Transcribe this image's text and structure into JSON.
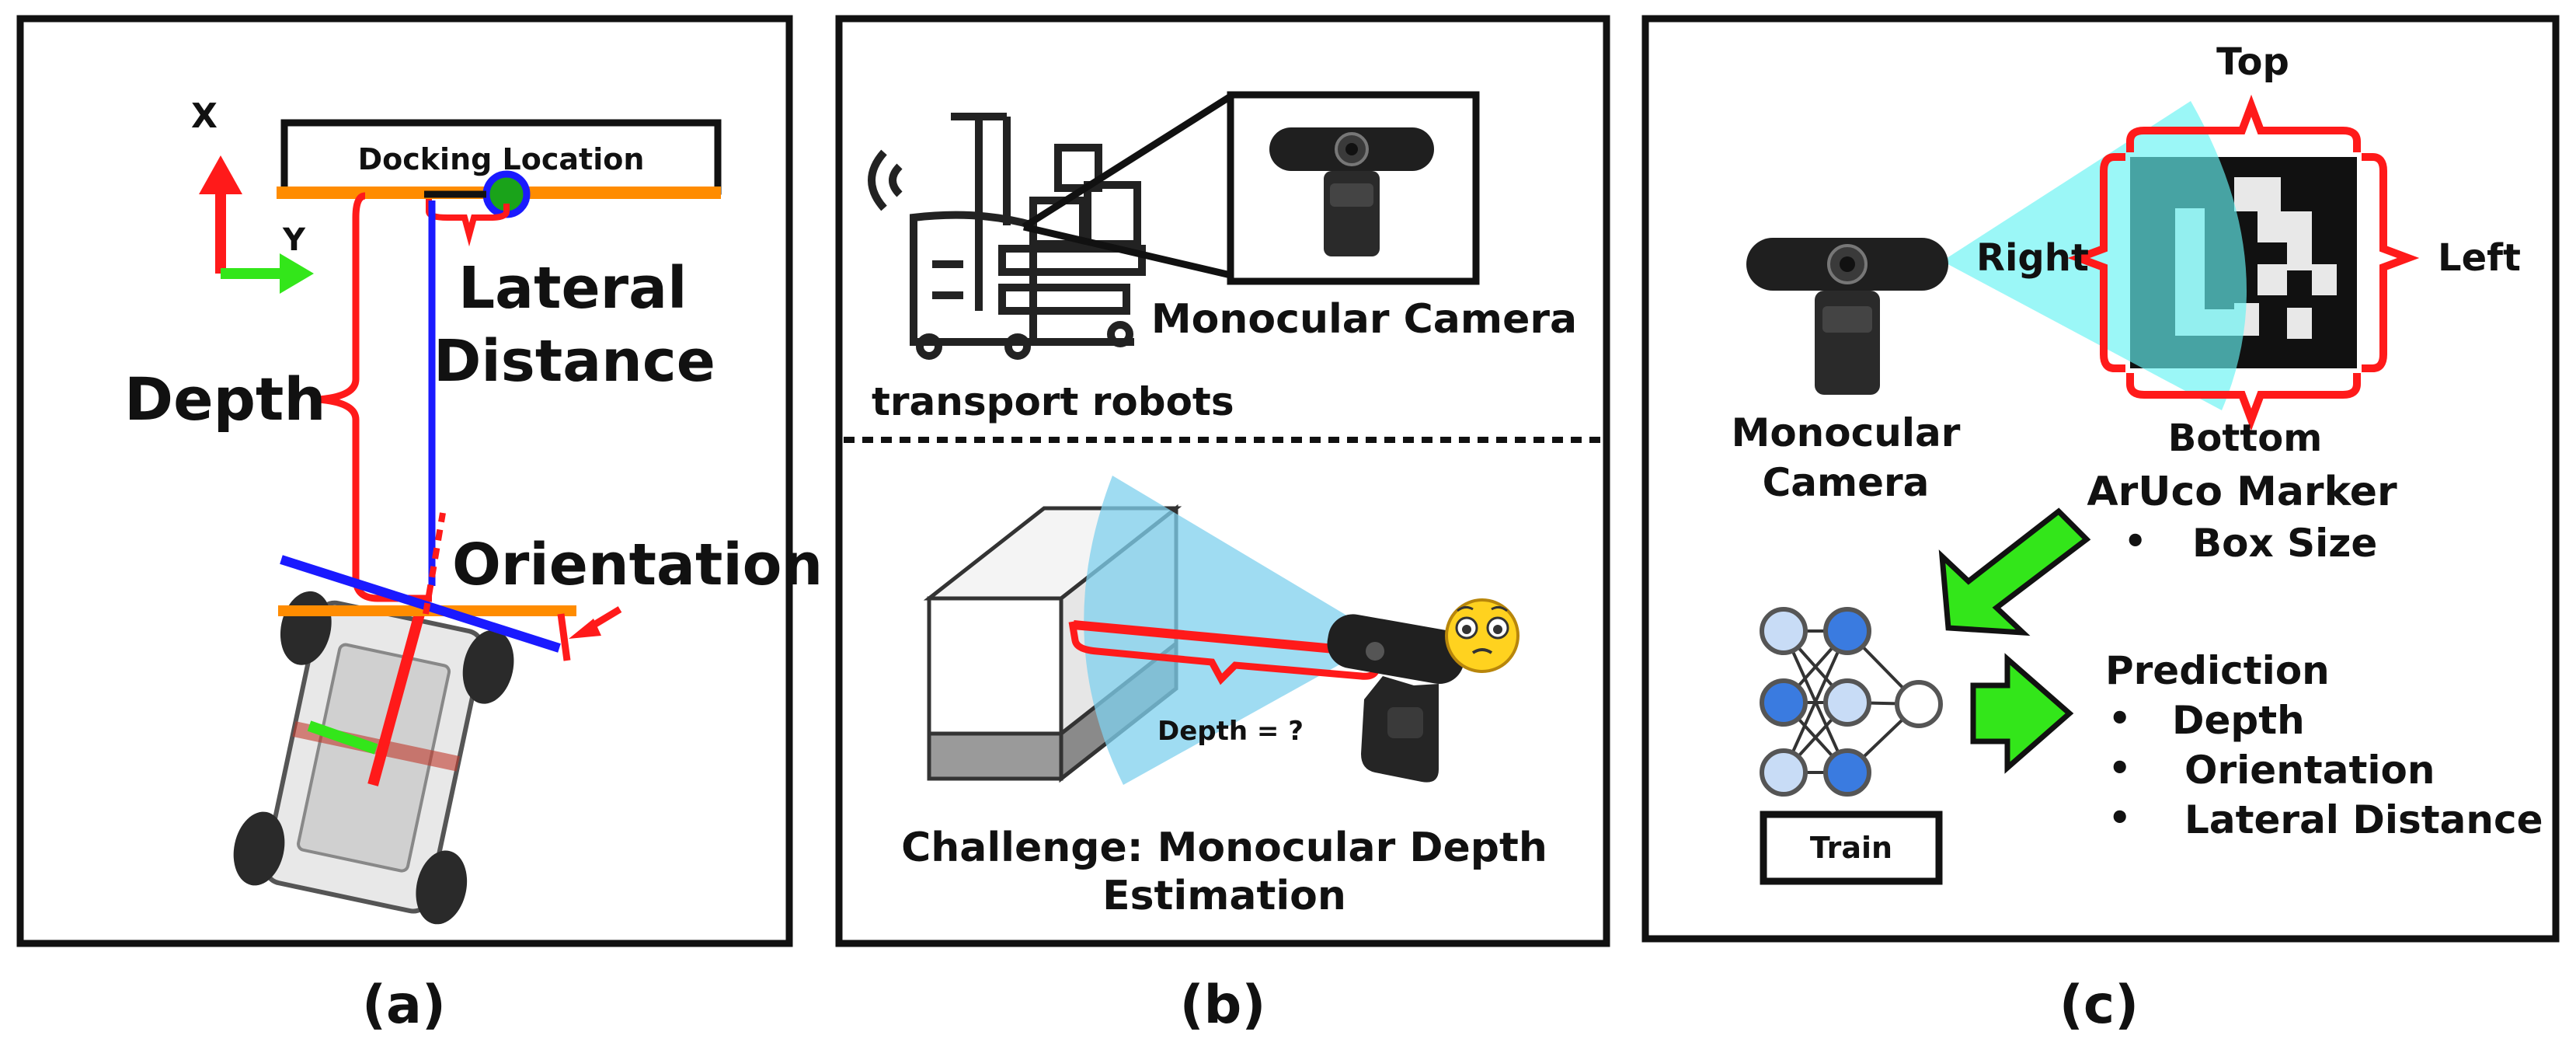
{
  "panel_a": {
    "axis_x": "X",
    "axis_y": "Y",
    "docking_location": "Docking Location",
    "lateral_line1": "Lateral",
    "lateral_line2": "Distance",
    "depth": "Depth",
    "orientation": "Orientation",
    "caption": "(a)"
  },
  "panel_b": {
    "camera_label": "Monocular Camera",
    "robots_label": "transport robots",
    "depth_question": "Depth = ?",
    "challenge_line1": "Challenge: Monocular Depth",
    "challenge_line2": "Estimation",
    "caption": "(b)"
  },
  "panel_c": {
    "top": "Top",
    "right": "Right",
    "left": "Left",
    "bottom": "Bottom",
    "camera_line1": "Monocular",
    "camera_line2": "Camera",
    "marker_title": "ArUco Marker",
    "marker_bullet": "•",
    "marker_item": "Box Size",
    "train": "Train",
    "prediction": "Prediction",
    "prediction_items": [
      "Depth",
      "Orientation",
      "Lateral Distance"
    ],
    "bullet": "•",
    "caption": "(c)"
  },
  "colors": {
    "red": "#ff1a1a",
    "blue": "#1a1aff",
    "orange": "#ff8c00",
    "green": "#33e61a",
    "cyan": "#66f2f2",
    "sky": "#7fd0ee"
  }
}
